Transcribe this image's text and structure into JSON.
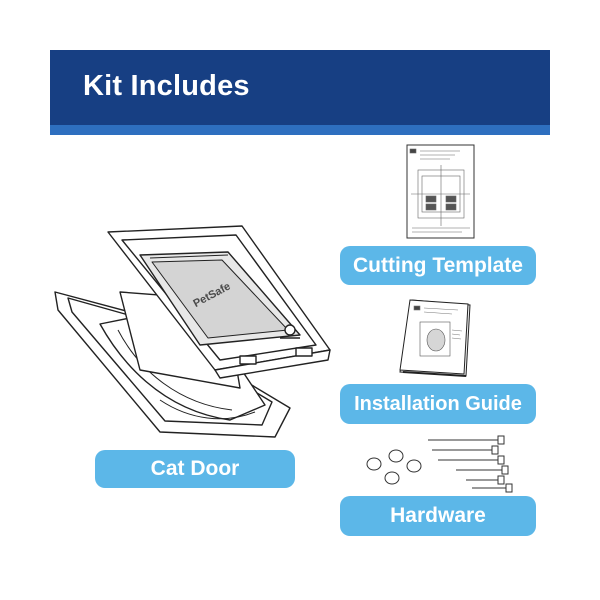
{
  "banner": {
    "title": "Kit Includes"
  },
  "items": {
    "cat_door": {
      "label": "Cat Door",
      "brand": "PetSafe"
    },
    "cutting_template": {
      "label": "Cutting Template"
    },
    "installation_guide": {
      "label": "Installation Guide"
    },
    "hardware": {
      "label": "Hardware"
    }
  },
  "colors": {
    "banner": "#173f83",
    "banner_stripe": "#2e6fbf",
    "pill": "#5cb7e8",
    "line_art": "#222222"
  }
}
